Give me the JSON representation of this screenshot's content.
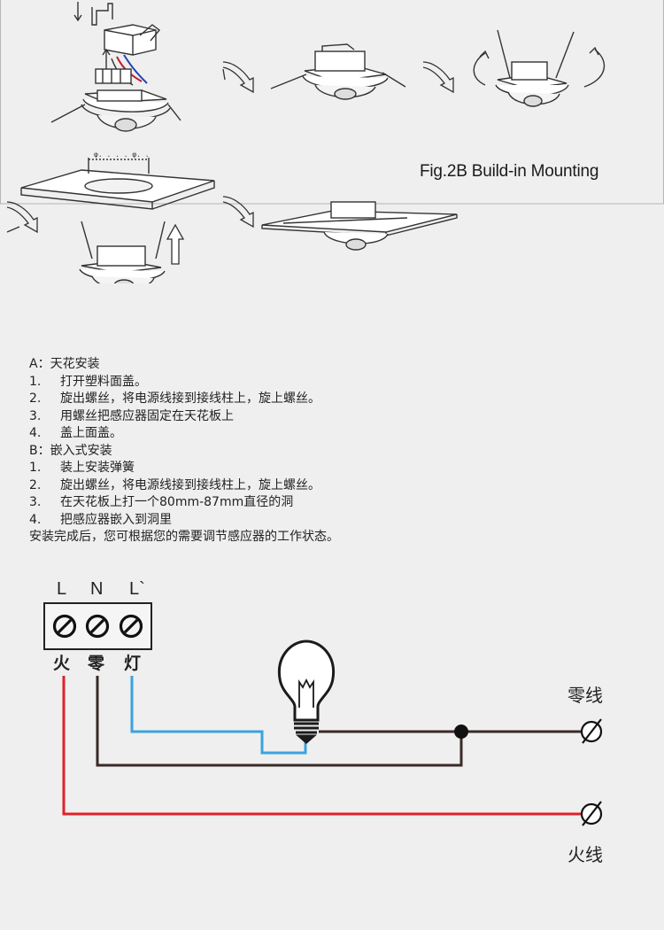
{
  "figure": {
    "caption": "Fig.2B Build-in Mounting",
    "hole_dimension_label": "φ. . . . φ. .",
    "colors": {
      "panel_border": "#aaaaaa",
      "line": "#333333",
      "wire_blue": "#c0202a",
      "wire_red": "#2540b0"
    }
  },
  "instructions": {
    "section_a_title": "A：天花安装",
    "section_a_steps": [
      {
        "num": "1.",
        "text": "打开塑料面盖。"
      },
      {
        "num": "2.",
        "text": "旋出螺丝，将电源线接到接线柱上，旋上螺丝。"
      },
      {
        "num": "3.",
        "text": "用螺丝把感应器固定在天花板上"
      },
      {
        "num": "4.",
        "text": "盖上面盖。"
      }
    ],
    "section_b_title": "B：嵌入式安装",
    "section_b_steps": [
      {
        "num": "1.",
        "text": "装上安装弹簧"
      },
      {
        "num": "2.",
        "text": "旋出螺丝，将电源线接到接线柱上，旋上螺丝。"
      },
      {
        "num": "3.",
        "text": "在天花板上打一个80mm-87mm直径的洞"
      },
      {
        "num": "4.",
        "text": "把感应器嵌入到洞里"
      }
    ],
    "closing": "安装完成后，您可根据您的需要调节感应器的工作状态。"
  },
  "wiring": {
    "terminals_top": [
      "L",
      "N",
      "L`"
    ],
    "terminals_bottom": [
      "火",
      "零",
      "灯"
    ],
    "neutral_label": "零线",
    "live_label": "火线",
    "colors": {
      "live": "#e0202a",
      "neutral": "#3a2a28",
      "load": "#3aa3dd"
    }
  }
}
